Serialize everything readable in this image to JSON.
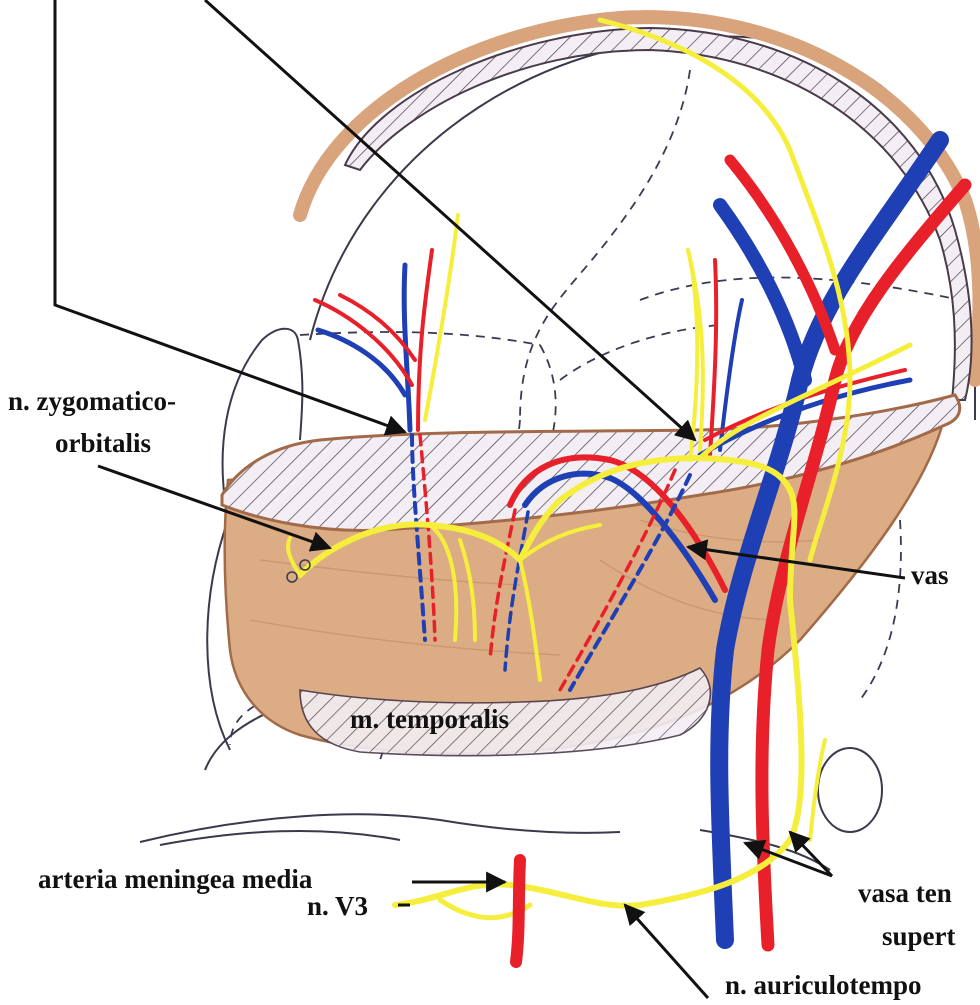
{
  "labels": {
    "zygomatico_line1": "n. zygomatico-",
    "zygomatico_line2": "orbitalis",
    "temporalis": "m. temporalis",
    "meningea": "arteria meningea media",
    "v3": "n. V3",
    "vasa_right": "vas",
    "vasa_temporalis_line1": "vasa ten",
    "vasa_temporalis_line2": "supert",
    "auriculotemporalis": "n. auriculotempo"
  },
  "colors": {
    "artery": "#e8202a",
    "vein": "#1f3fb4",
    "nerve": "#f6ee3c",
    "muscle": "#d9a37c",
    "muscle_edge": "#a36a4a",
    "outline": "#3a3a4a",
    "arrow": "#111111"
  }
}
